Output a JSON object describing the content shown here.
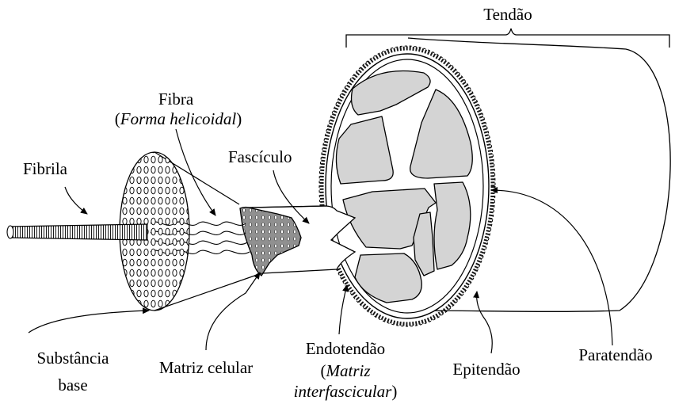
{
  "labels": {
    "tendao": "Tendão",
    "fibra": "Fibra",
    "fibra_paren_open": "(",
    "fibra_sub_italic": "Forma helicoidal",
    "fibra_paren_close": ")",
    "fascicula": "Fascículo",
    "fibrila": "Fibrila",
    "substancia_1": "Substância",
    "substancia_2": "base",
    "matriz_celular": "Matriz celular",
    "endotendao": "Endotendão",
    "endo_paren_open": "(",
    "endo_italic_1": "Matriz",
    "endo_italic_2": "interfascicular",
    "endo_paren_close": ")",
    "epitendao": "Epitendão",
    "paratendao": "Paratendão"
  },
  "colors": {
    "fascicle_fill": "#d4d4d4",
    "stroke": "#000000",
    "background": "#ffffff"
  }
}
